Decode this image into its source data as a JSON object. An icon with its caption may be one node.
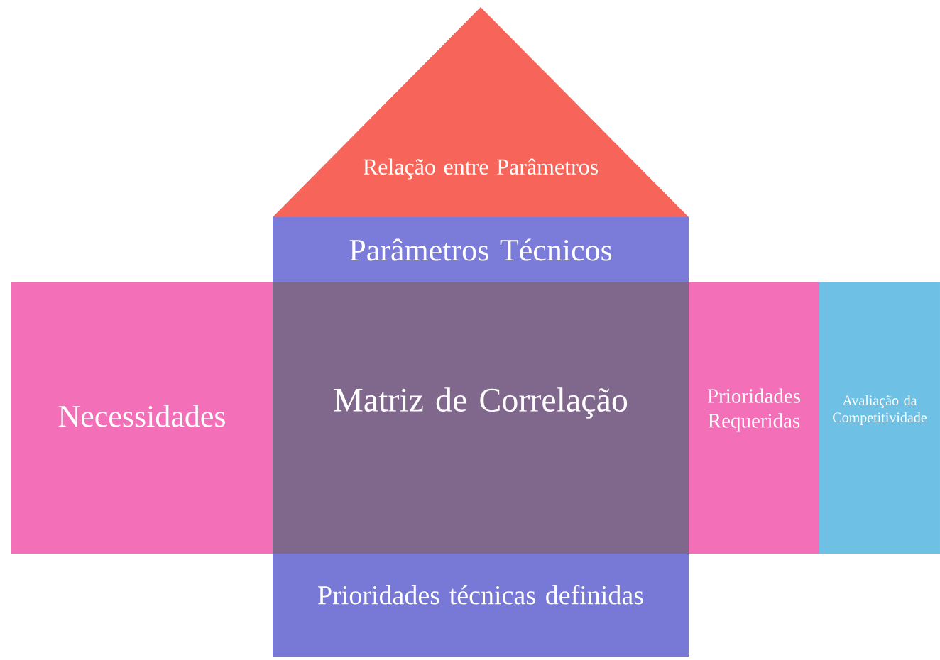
{
  "diagram": {
    "nodes": [
      {
        "text": [
          "Relação entre Parâmetros"
        ]
      },
      {
        "text": [
          "Parâmetros Técnicos"
        ]
      },
      {
        "text": [
          "Necessidades"
        ]
      },
      {
        "text": [
          "Matriz de Correlação"
        ]
      },
      {
        "text": [
          "Prioridades Requeridas"
        ]
      },
      {
        "text": [
          "Avaliação da Competitividade"
        ]
      },
      {
        "text": [
          "Prioridades técnicas definidas"
        ]
      }
    ]
  }
}
